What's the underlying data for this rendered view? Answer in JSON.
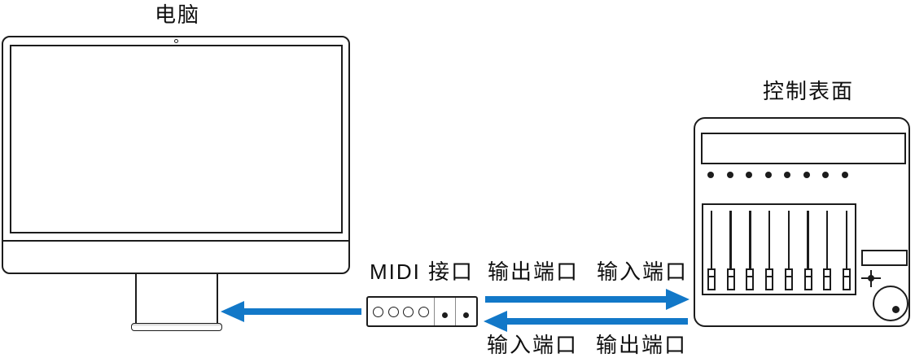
{
  "figure": {
    "computer": {
      "label": "电脑"
    },
    "midi_interface": {
      "label": "MIDI 接口",
      "din_port_count": 4,
      "serial_port_count": 2
    },
    "control_surface": {
      "label": "控制表面",
      "knob_count": 8,
      "fader_count": 8
    },
    "connections": {
      "top_row": {
        "out_label": "输出端口",
        "in_label": "输入端口"
      },
      "bottom_row": {
        "in_label": "输入端口",
        "out_label": "输出端口"
      }
    },
    "colors": {
      "arrow": "#1278c8",
      "stroke": "#1c1c1c"
    }
  }
}
